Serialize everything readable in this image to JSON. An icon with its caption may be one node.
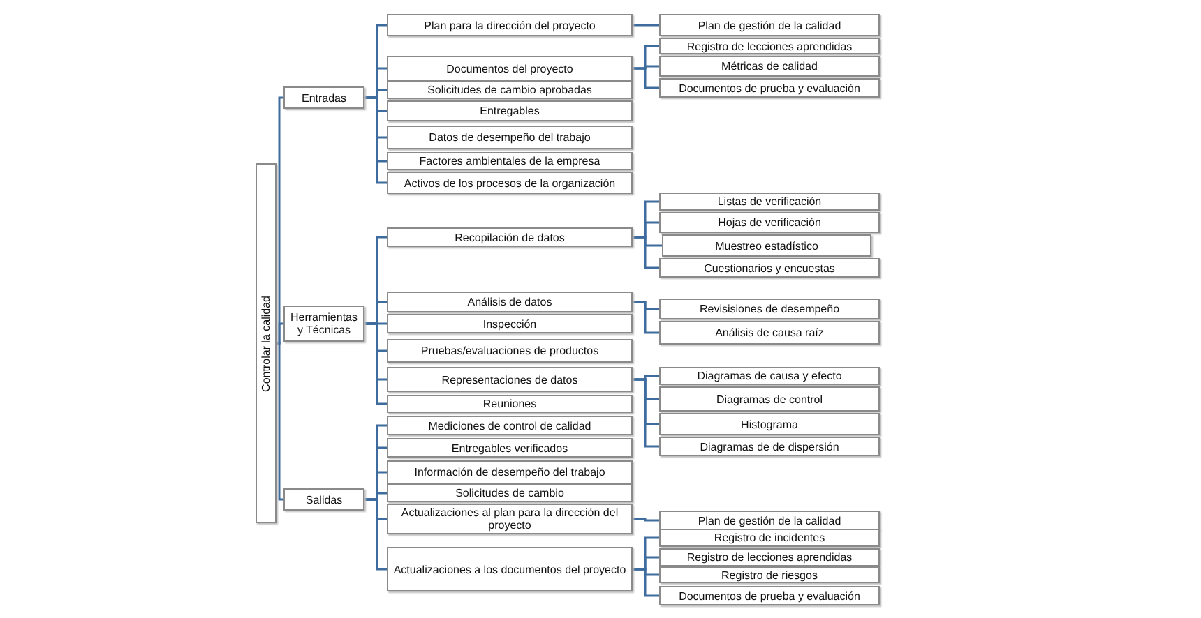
{
  "diagram": {
    "nodes": [
      {
        "text": [
          "Controlar la calidad"
        ]
      },
      {
        "text": [
          "Entradas"
        ]
      },
      {
        "text": [
          "Plan para la dirección del proyecto"
        ]
      },
      {
        "text": [
          "Plan de gestión de la calidad"
        ]
      },
      {
        "text": [
          "Documentos del proyecto"
        ]
      },
      {
        "text": [
          "Registro de lecciones aprendidas"
        ]
      },
      {
        "text": [
          "Métricas de calidad"
        ]
      },
      {
        "text": [
          "Documentos de prueba y evaluación"
        ]
      },
      {
        "text": [
          "Solicitudes de cambio aprobadas"
        ]
      },
      {
        "text": [
          "Entregables"
        ]
      },
      {
        "text": [
          "Datos de desempeño del trabajo"
        ]
      },
      {
        "text": [
          "Factores ambientales de la empresa"
        ]
      },
      {
        "text": [
          "Activos de los procesos de la organización"
        ]
      },
      {
        "text": [
          "Herramientas y Técnicas"
        ]
      },
      {
        "text": [
          "Recopilación de datos"
        ]
      },
      {
        "text": [
          "Listas de verificación"
        ]
      },
      {
        "text": [
          "Hojas de verificación"
        ]
      },
      {
        "text": [
          "Muestreo estadístico"
        ]
      },
      {
        "text": [
          "Cuestionarios y encuestas"
        ]
      },
      {
        "text": [
          "Análisis de datos"
        ]
      },
      {
        "text": [
          "Revisisiones de desempeño"
        ]
      },
      {
        "text": [
          "Análisis de causa raíz"
        ]
      },
      {
        "text": [
          "Inspección"
        ]
      },
      {
        "text": [
          "Pruebas/evaluaciones de productos"
        ]
      },
      {
        "text": [
          "Representaciones de datos"
        ]
      },
      {
        "text": [
          "Diagramas de causa y efecto"
        ]
      },
      {
        "text": [
          "Diagramas de control"
        ]
      },
      {
        "text": [
          "Histograma"
        ]
      },
      {
        "text": [
          "Diagramas de de dispersión"
        ]
      },
      {
        "text": [
          "Reuniones"
        ]
      },
      {
        "text": [
          "Salidas"
        ]
      },
      {
        "text": [
          "Mediciones de control de calidad"
        ]
      },
      {
        "text": [
          "Entregables verificados"
        ]
      },
      {
        "text": [
          "Información de desempeño del trabajo"
        ]
      },
      {
        "text": [
          "Solicitudes de cambio"
        ]
      },
      {
        "text": [
          "Actualizaciones al plan para la dirección del proyecto"
        ]
      },
      {
        "text": [
          "Plan de gestión de la calidad"
        ]
      },
      {
        "text": [
          "Actualizaciones a los documentos del proyecto"
        ]
      },
      {
        "text": [
          "Registro de incidentes"
        ]
      },
      {
        "text": [
          "Registro de lecciones aprendidas"
        ]
      },
      {
        "text": [
          "Registro de riesgos"
        ]
      },
      {
        "text": [
          "Documentos de prueba y evaluación"
        ]
      }
    ],
    "edges": [
      {
        "from": 0,
        "to": 1,
        "arrow": "none"
      },
      {
        "from": 1,
        "to": 2,
        "arrow": "none"
      },
      {
        "from": 2,
        "to": 3,
        "arrow": "none"
      },
      {
        "from": 1,
        "to": 4,
        "arrow": "none"
      },
      {
        "from": 4,
        "to": 5,
        "arrow": "none"
      },
      {
        "from": 4,
        "to": 6,
        "arrow": "none"
      },
      {
        "from": 4,
        "to": 7,
        "arrow": "none"
      },
      {
        "from": 1,
        "to": 8,
        "arrow": "none"
      },
      {
        "from": 1,
        "to": 9,
        "arrow": "none"
      },
      {
        "from": 1,
        "to": 10,
        "arrow": "none"
      },
      {
        "from": 1,
        "to": 11,
        "arrow": "none"
      },
      {
        "from": 1,
        "to": 12,
        "arrow": "none"
      },
      {
        "from": 0,
        "to": 13,
        "arrow": "none"
      },
      {
        "from": 13,
        "to": 14,
        "arrow": "none"
      },
      {
        "from": 14,
        "to": 15,
        "arrow": "none"
      },
      {
        "from": 14,
        "to": 16,
        "arrow": "none"
      },
      {
        "from": 14,
        "to": 17,
        "arrow": "none"
      },
      {
        "from": 14,
        "to": 18,
        "arrow": "none"
      },
      {
        "from": 13,
        "to": 19,
        "arrow": "none"
      },
      {
        "from": 19,
        "to": 20,
        "arrow": "none"
      },
      {
        "from": 19,
        "to": 21,
        "arrow": "none"
      },
      {
        "from": 13,
        "to": 22,
        "arrow": "none"
      },
      {
        "from": 13,
        "to": 23,
        "arrow": "none"
      },
      {
        "from": 13,
        "to": 24,
        "arrow": "none"
      },
      {
        "from": 24,
        "to": 25,
        "arrow": "none"
      },
      {
        "from": 24,
        "to": 26,
        "arrow": "none"
      },
      {
        "from": 24,
        "to": 27,
        "arrow": "none"
      },
      {
        "from": 24,
        "to": 28,
        "arrow": "none"
      },
      {
        "from": 13,
        "to": 29,
        "arrow": "none"
      },
      {
        "from": 0,
        "to": 30,
        "arrow": "none"
      },
      {
        "from": 30,
        "to": 31,
        "arrow": "none"
      },
      {
        "from": 30,
        "to": 32,
        "arrow": "none"
      },
      {
        "from": 30,
        "to": 33,
        "arrow": "none"
      },
      {
        "from": 30,
        "to": 34,
        "arrow": "none"
      },
      {
        "from": 30,
        "to": 35,
        "arrow": "none"
      },
      {
        "from": 35,
        "to": 36,
        "arrow": "none"
      },
      {
        "from": 30,
        "to": 37,
        "arrow": "none"
      },
      {
        "from": 37,
        "to": 38,
        "arrow": "none"
      },
      {
        "from": 37,
        "to": 39,
        "arrow": "none"
      },
      {
        "from": 37,
        "to": 40,
        "arrow": "none"
      },
      {
        "from": 37,
        "to": 41,
        "arrow": "none"
      }
    ]
  }
}
